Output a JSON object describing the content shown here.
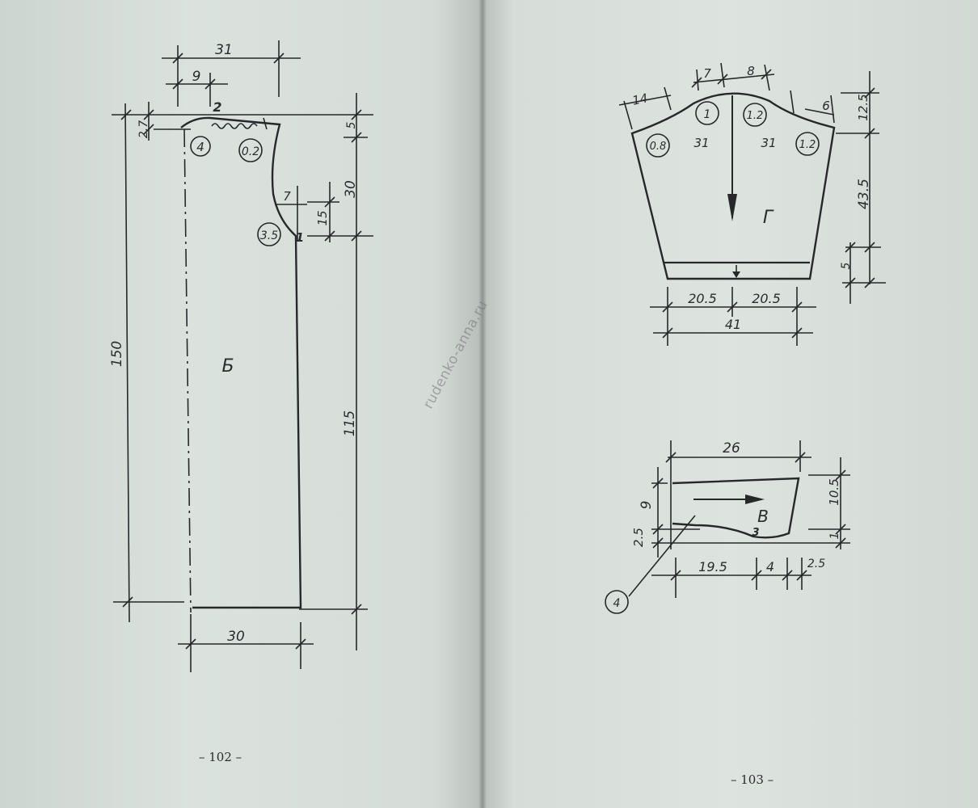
{
  "book": {
    "left_page_number": "– 102 –",
    "right_page_number": "– 103 –",
    "watermark": "rudenko-anna.ru"
  },
  "pattern_b": {
    "letter": "Б",
    "dims": {
      "width_top": "31",
      "neck_width": "9",
      "shoulder_drop": "2",
      "neck_depth": "2.7",
      "shoulder_slope": "5",
      "armhole_depth": "30",
      "armhole_inset": "7",
      "armhole_lower": "15",
      "total_length": "150",
      "side_length": "115",
      "bottom_width": "30"
    },
    "circles": [
      "4",
      "0.2",
      "3.5"
    ],
    "point_marks": [
      "2",
      "1"
    ]
  },
  "pattern_g": {
    "letter": "Г",
    "dims": {
      "cap_left": "14",
      "cap_mid_left": "7",
      "cap_mid_right": "8",
      "cap_right": "6",
      "cap_height": "12.5",
      "sleeve_length": "43.5",
      "cuff_height": "5",
      "half_left": "20.5",
      "half_right": "20.5",
      "bottom_total": "41",
      "half_top_left": "31",
      "half_top_right": "31"
    },
    "circles": [
      "1",
      "1.2",
      "0.8",
      "1.2"
    ]
  },
  "pattern_v": {
    "letter": "В",
    "dims": {
      "top_width": "26",
      "height_left": "9",
      "low_left": "2.5",
      "height_right": "10.5",
      "low_right": "1",
      "bottom_a": "19.5",
      "bottom_b": "4",
      "bottom_c": "2.5"
    },
    "point_mark": "3",
    "callout_circle": "4"
  }
}
